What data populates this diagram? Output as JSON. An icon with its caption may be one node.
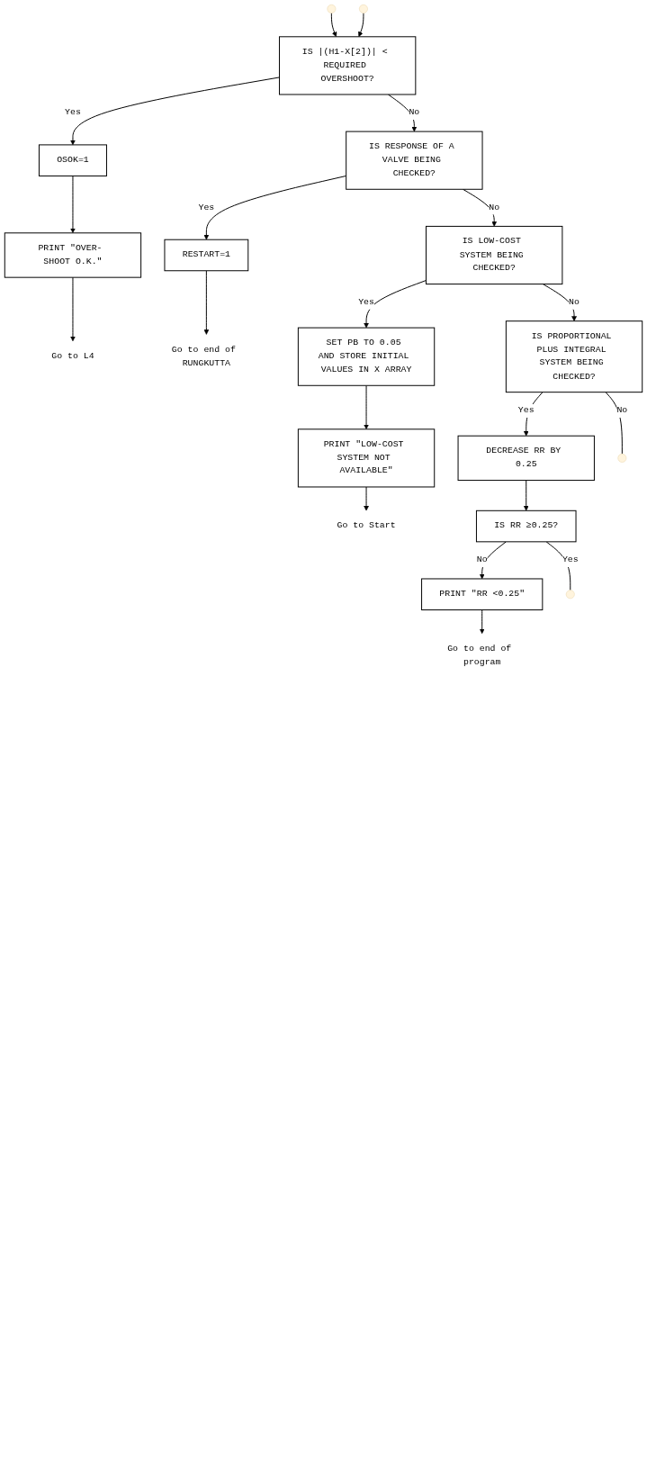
{
  "diagram": {
    "nodes": [
      {
        "text": [
          "IS |(H1-X[2])| < REQUIRED OVERSHOOT?"
        ]
      },
      {
        "text": [
          "OSOK=1"
        ]
      },
      {
        "text": [
          "PRINT \"OVER- SHOOT O.K.\""
        ]
      },
      {
        "text": [
          "Go to L4"
        ]
      },
      {
        "text": [
          "IS RESPONSE OF A VALVE BEING CHECKED?"
        ]
      },
      {
        "text": [
          "RESTART=1"
        ]
      },
      {
        "text": [
          "Go to end of RUNGKUTTA"
        ]
      },
      {
        "text": [
          "IS LOW-COST SYSTEM BEING CHECKED?"
        ]
      },
      {
        "text": [
          "SET PB TO 0.05 AND STORE INITIAL VALUES IN X ARRAY"
        ]
      },
      {
        "text": [
          "PRINT \"LOW-COST SYSTEM NOT AVAILABLE\""
        ]
      },
      {
        "text": [
          "Go to Start"
        ]
      },
      {
        "text": [
          "IS PROPORTIONAL PLUS INTEGRAL SYSTEM BEING CHECKED?"
        ]
      },
      {
        "text": [
          "DECREASE RR BY 0.25"
        ]
      },
      {
        "text": [
          "IS RR ≥0.25?"
        ]
      },
      {
        "text": [
          "PRINT \"RR <0.25\""
        ]
      },
      {
        "text": [
          "Go to end of program"
        ]
      }
    ],
    "edges": [
      {
        "from": null,
        "to": 0,
        "arrow": "to"
      },
      {
        "from": null,
        "to": 0,
        "arrow": "to"
      },
      {
        "from": 0,
        "to": 1,
        "arrow": "to",
        "label": "Yes"
      },
      {
        "from": 1,
        "to": 2,
        "arrow": "to"
      },
      {
        "from": 2,
        "to": 3,
        "arrow": "to"
      },
      {
        "from": 0,
        "to": 4,
        "arrow": "to",
        "label": "No"
      },
      {
        "from": 4,
        "to": 5,
        "arrow": "to",
        "label": "Yes"
      },
      {
        "from": 5,
        "to": 6,
        "arrow": "to"
      },
      {
        "from": 4,
        "to": 7,
        "arrow": "to",
        "label": "No"
      },
      {
        "from": 7,
        "to": 8,
        "arrow": "to",
        "label": "Yes"
      },
      {
        "from": 8,
        "to": 9,
        "arrow": "to"
      },
      {
        "from": 9,
        "to": 10,
        "arrow": "to"
      },
      {
        "from": 7,
        "to": 11,
        "arrow": "to",
        "label": "No"
      },
      {
        "from": 11,
        "to": 12,
        "arrow": "to",
        "label": "Yes"
      },
      {
        "from": 12,
        "to": 13,
        "arrow": "to"
      },
      {
        "from": 13,
        "to": 14,
        "arrow": "to",
        "label": "No"
      },
      {
        "from": 14,
        "to": 15,
        "arrow": "to"
      },
      {
        "from": 11,
        "to": null,
        "arrow": "none",
        "label": "No"
      },
      {
        "from": 13,
        "to": null,
        "arrow": "none",
        "label": "Yes"
      }
    ]
  }
}
